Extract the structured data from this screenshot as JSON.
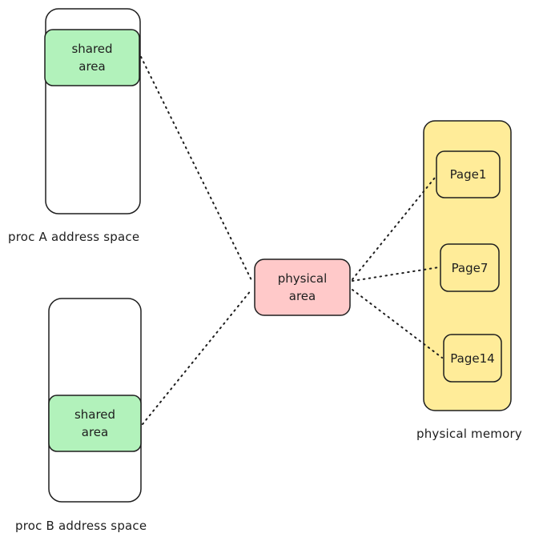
{
  "diagram": {
    "proc_a": {
      "shared_area_label": "shared\narea",
      "caption": "proc A address space",
      "fill_color": "#b2f2bb"
    },
    "proc_b": {
      "shared_area_label": "shared\narea",
      "caption": "proc B address space",
      "fill_color": "#b2f2bb"
    },
    "physical_area": {
      "label": "physical\narea",
      "fill_color": "#ffc9c9"
    },
    "physical_memory": {
      "caption": "physical memory",
      "fill_color": "#ffec99",
      "pages": [
        {
          "label": "Page1"
        },
        {
          "label": "Page7"
        },
        {
          "label": "Page14"
        }
      ]
    },
    "stroke_color": "#1e1e1e"
  }
}
